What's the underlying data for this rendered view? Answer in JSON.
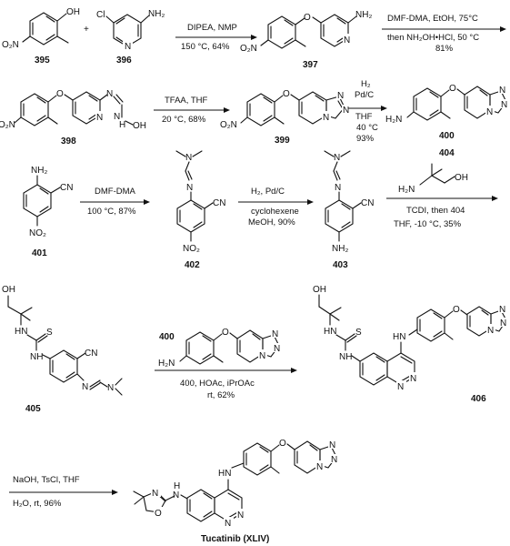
{
  "compounds": {
    "c395": "395",
    "c396": "396",
    "c397": "397",
    "c398": "398",
    "c399": "399",
    "c400": "400",
    "c401": "401",
    "c402": "402",
    "c403": "403",
    "c404": "404",
    "c405": "405",
    "c406": "406",
    "final": "Tucatinib (XLIV)"
  },
  "atoms": {
    "OH": "OH",
    "O2N": "O₂N",
    "NO2": "NO₂",
    "Cl": "Cl",
    "NH2": "NH₂",
    "H2N": "H₂N",
    "N": "N",
    "O": "O",
    "S": "S",
    "H": "H",
    "NH": "NH",
    "HN": "HN",
    "CN": "CN",
    "plus": "+"
  },
  "conditions": {
    "r1_top": "DIPEA, NMP",
    "r1_bottom": "150 °C, 64%",
    "r2_top": "DMF-DMA, EtOH, 75°C",
    "r2_mid": "then NH₂OH•HCl, 50 °C",
    "r2_yield": "81%",
    "r3_top": "TFAA, THF",
    "r3_bottom": "20 °C, 68%",
    "r4_h2": "H₂",
    "r4_cat": "Pd/C",
    "r4_solv": "THF",
    "r4_temp": "40 °C",
    "r4_yield": "93%",
    "r5_top": "DMF-DMA",
    "r5_bottom": "100 °C, 87%",
    "r6_top": "H₂, Pd/C",
    "r6_mid": "cyclohexene",
    "r6_bottom": "MeOH, 90%",
    "r7_top": "TCDI, then 404",
    "r7_bottom": "THF, -10 °C, 35%",
    "r8_reagent": "400",
    "r8_cond": "400, HOAc, iPrOAc",
    "r8_bottom": "rt, 62%",
    "r9_top": "NaOH, TsCl, THF",
    "r9_bottom": "H₂O, rt, 96%"
  }
}
